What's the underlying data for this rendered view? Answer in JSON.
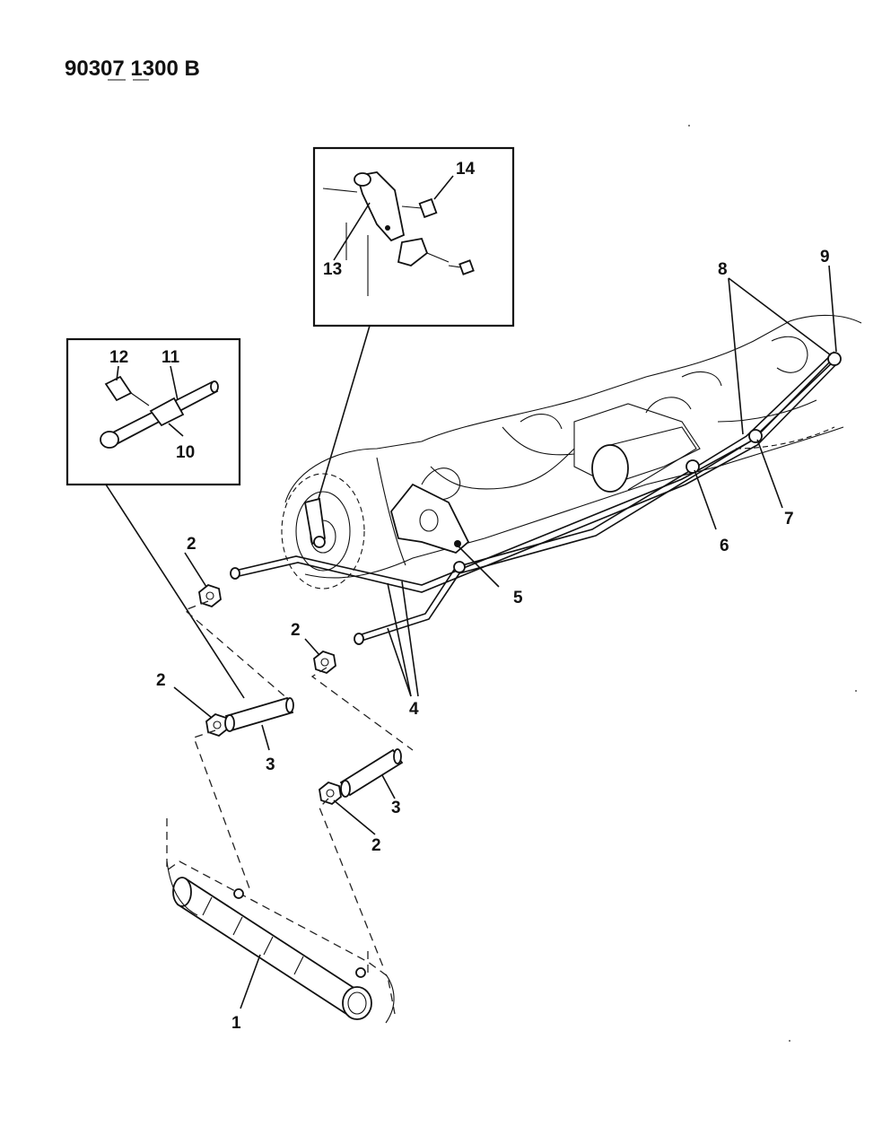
{
  "header": {
    "code": "90307 1300 B"
  },
  "callouts": {
    "c1": "1",
    "c2a": "2",
    "c2b": "2",
    "c2c": "2",
    "c2d": "2",
    "c3a": "3",
    "c3b": "3",
    "c4": "4",
    "c5": "5",
    "c6": "6",
    "c7": "7",
    "c8": "8",
    "c9": "9",
    "c10": "10",
    "c11": "11",
    "c12": "12",
    "c13": "13",
    "c14": "14"
  }
}
